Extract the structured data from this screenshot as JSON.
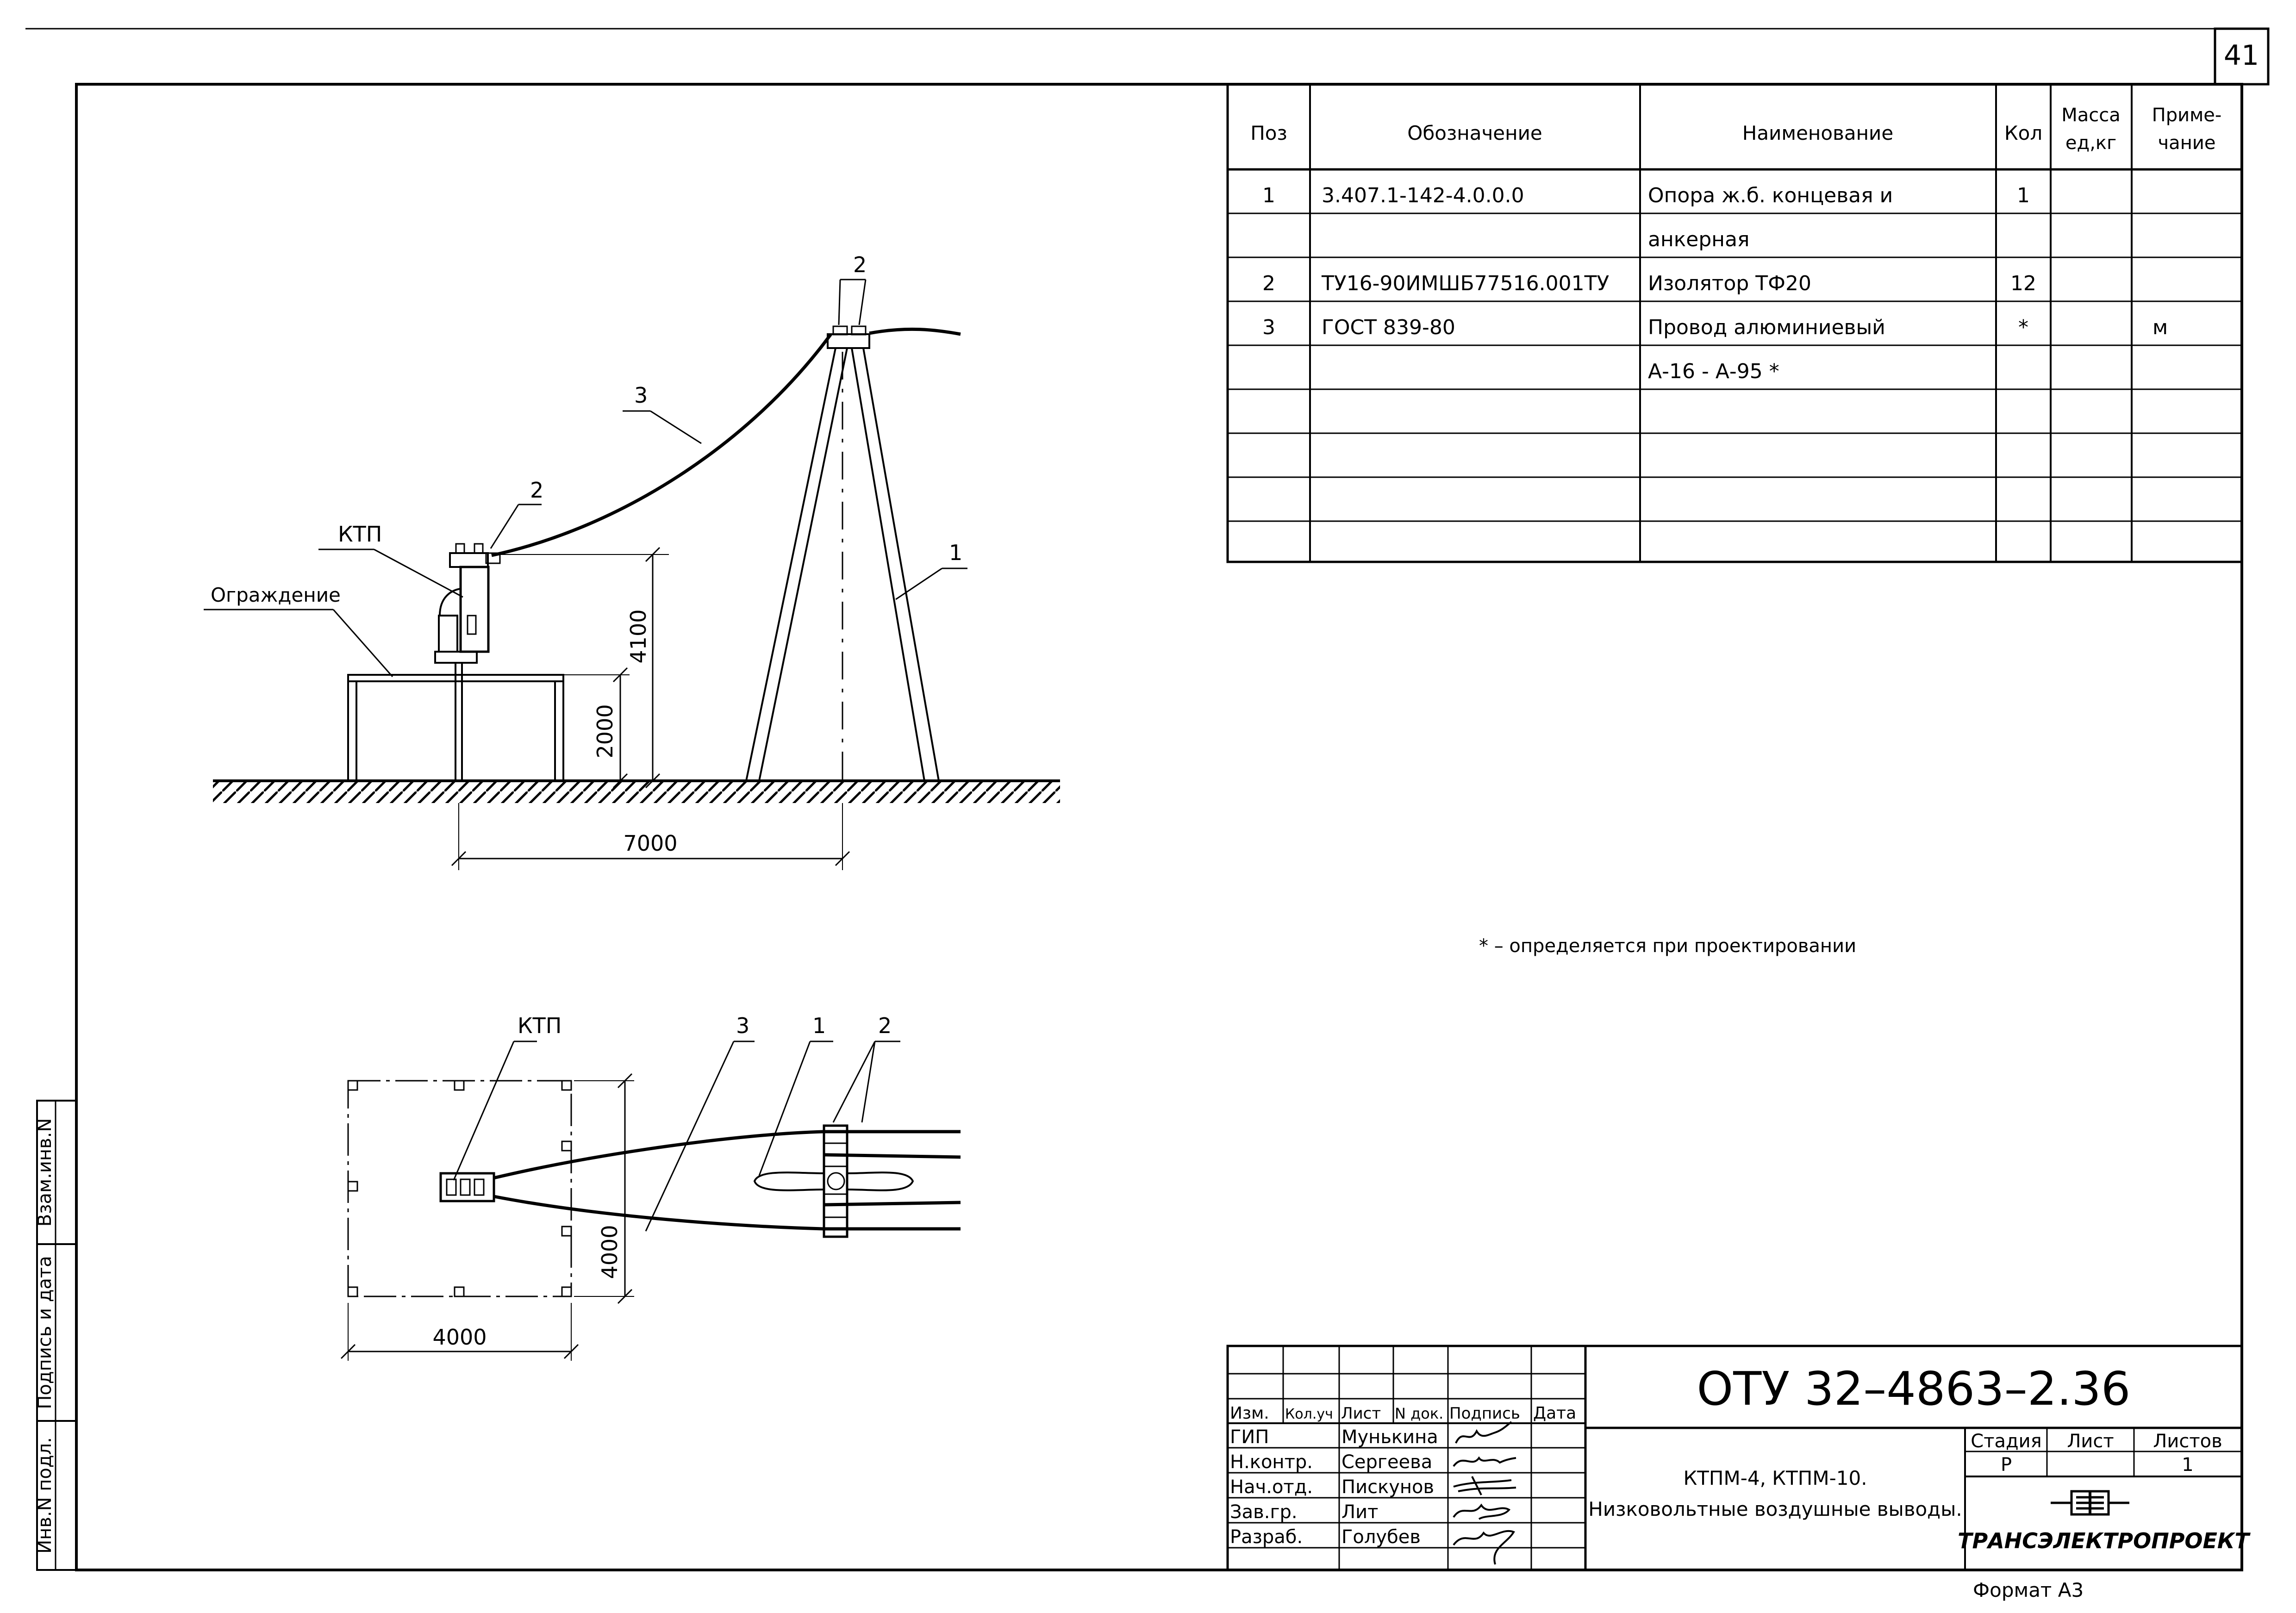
{
  "sheet": {
    "page_number": "41",
    "format": "Формат A3",
    "footnote": "* – определяется при проектировании"
  },
  "spec_table": {
    "headers": {
      "pos": "Поз",
      "designation": "Обозначение",
      "name": "Наименование",
      "qty": "Кол",
      "mass_1": "Масса",
      "mass_2": "ед,кг",
      "note_1": "Приме-",
      "note_2": "чание"
    },
    "rows": [
      {
        "pos": "1",
        "designation": "3.407.1-142-4.0.0.0",
        "name": "Опора ж.б. концевая и",
        "qty": "1",
        "mass": "",
        "note": ""
      },
      {
        "pos": "",
        "designation": "",
        "name": "анкерная",
        "qty": "",
        "mass": "",
        "note": ""
      },
      {
        "pos": "2",
        "designation": "ТУ16-90ИМШБ77516.001ТУ",
        "name": "Изолятор ТФ20",
        "qty": "12",
        "mass": "",
        "note": ""
      },
      {
        "pos": "3",
        "designation": "ГОСТ 839-80",
        "name": "Провод алюминиевый",
        "qty": "*",
        "mass": "",
        "note": "м"
      },
      {
        "pos": "",
        "designation": "",
        "name": "А-16 - А-95 *",
        "qty": "",
        "mass": "",
        "note": ""
      }
    ]
  },
  "elevation": {
    "label_ktp": "КТП",
    "label_fence": "Ограждение",
    "callout_1": "1",
    "callout_2_top": "2",
    "callout_2_ktp": "2",
    "callout_3": "3",
    "dim_height": "4100",
    "dim_fence": "2000",
    "dim_span": "7000"
  },
  "plan": {
    "label_ktp": "КТП",
    "callout_1": "1",
    "callout_2": "2",
    "callout_3": "3",
    "dim_width": "4000",
    "dim_depth": "4000"
  },
  "side_stamp": {
    "inv_podl": "Инв.N подл.",
    "podpis": "Подпись и дата",
    "vzam": "Взам.инв.N"
  },
  "title_block": {
    "doc_code": "ОТУ 32–4863–2.36",
    "title_1": "КТПМ-4, КТПМ-10.",
    "title_2": "Низковольтные воздушные выводы.",
    "stage_h": "Стадия",
    "sheet_h": "Лист",
    "sheets_h": "Листов",
    "stage": "Р",
    "sheet": "",
    "sheets": "1",
    "org": "ТРАНСЭЛЕКТРОПРОЕКТ",
    "headers": {
      "izm": "Изм.",
      "kol": "Кол.уч",
      "list": "Лист",
      "ndok": "N док.",
      "podpis": "Подпись",
      "data": "Дата"
    },
    "staff": [
      {
        "role": "ГИП",
        "name": "Мунькина"
      },
      {
        "role": "Н.контр.",
        "name": "Сергеева"
      },
      {
        "role": "Нач.отд.",
        "name": "Пискунов"
      },
      {
        "role": "Зав.гр.",
        "name": "Лит"
      },
      {
        "role": "Разраб.",
        "name": "Голубев"
      }
    ]
  }
}
